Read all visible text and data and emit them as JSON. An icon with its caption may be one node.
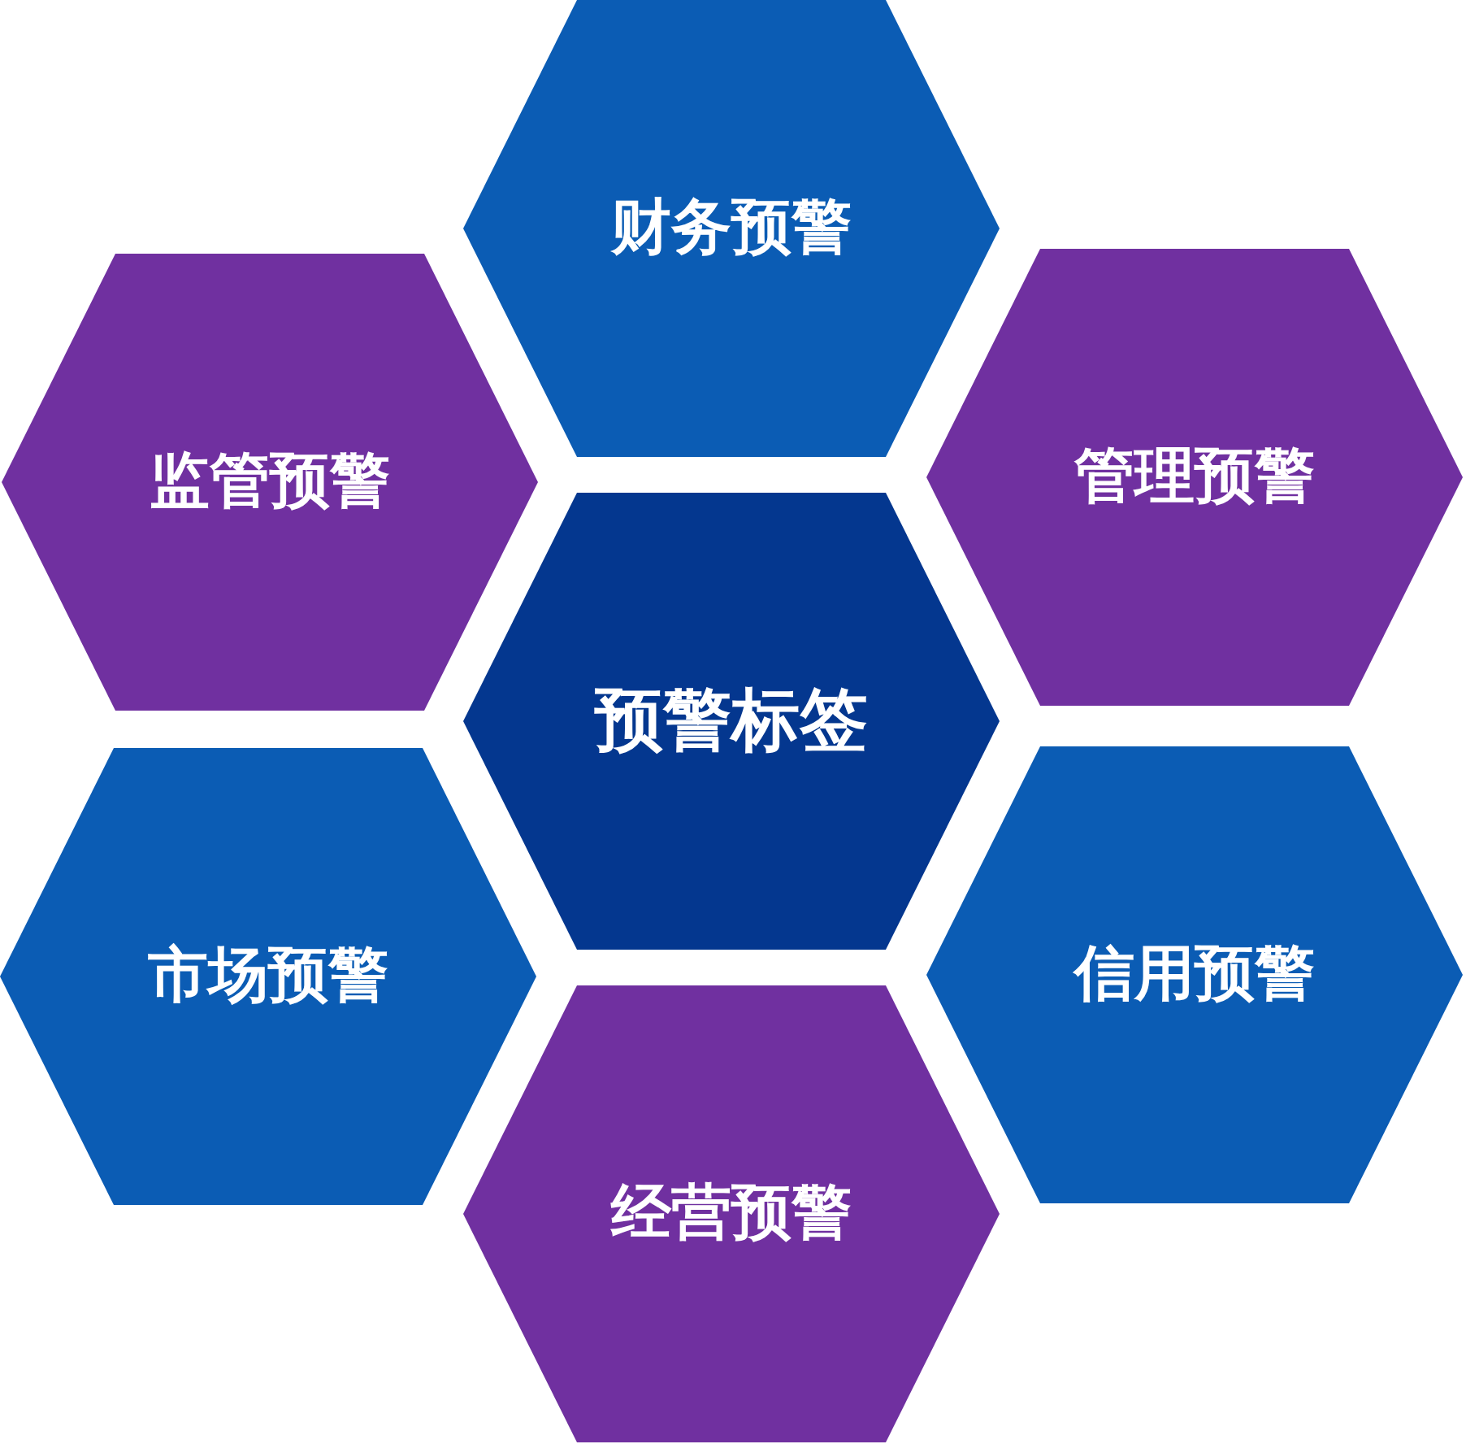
{
  "diagram": {
    "nodes": [
      {
        "text": [
          "财务预警"
        ]
      },
      {
        "text": [
          "监管预警"
        ]
      },
      {
        "text": [
          "管理预警"
        ]
      },
      {
        "text": [
          "预警标签"
        ]
      },
      {
        "text": [
          "市场预警"
        ]
      },
      {
        "text": [
          "信用预警"
        ]
      },
      {
        "text": [
          "经营预警"
        ]
      }
    ]
  }
}
